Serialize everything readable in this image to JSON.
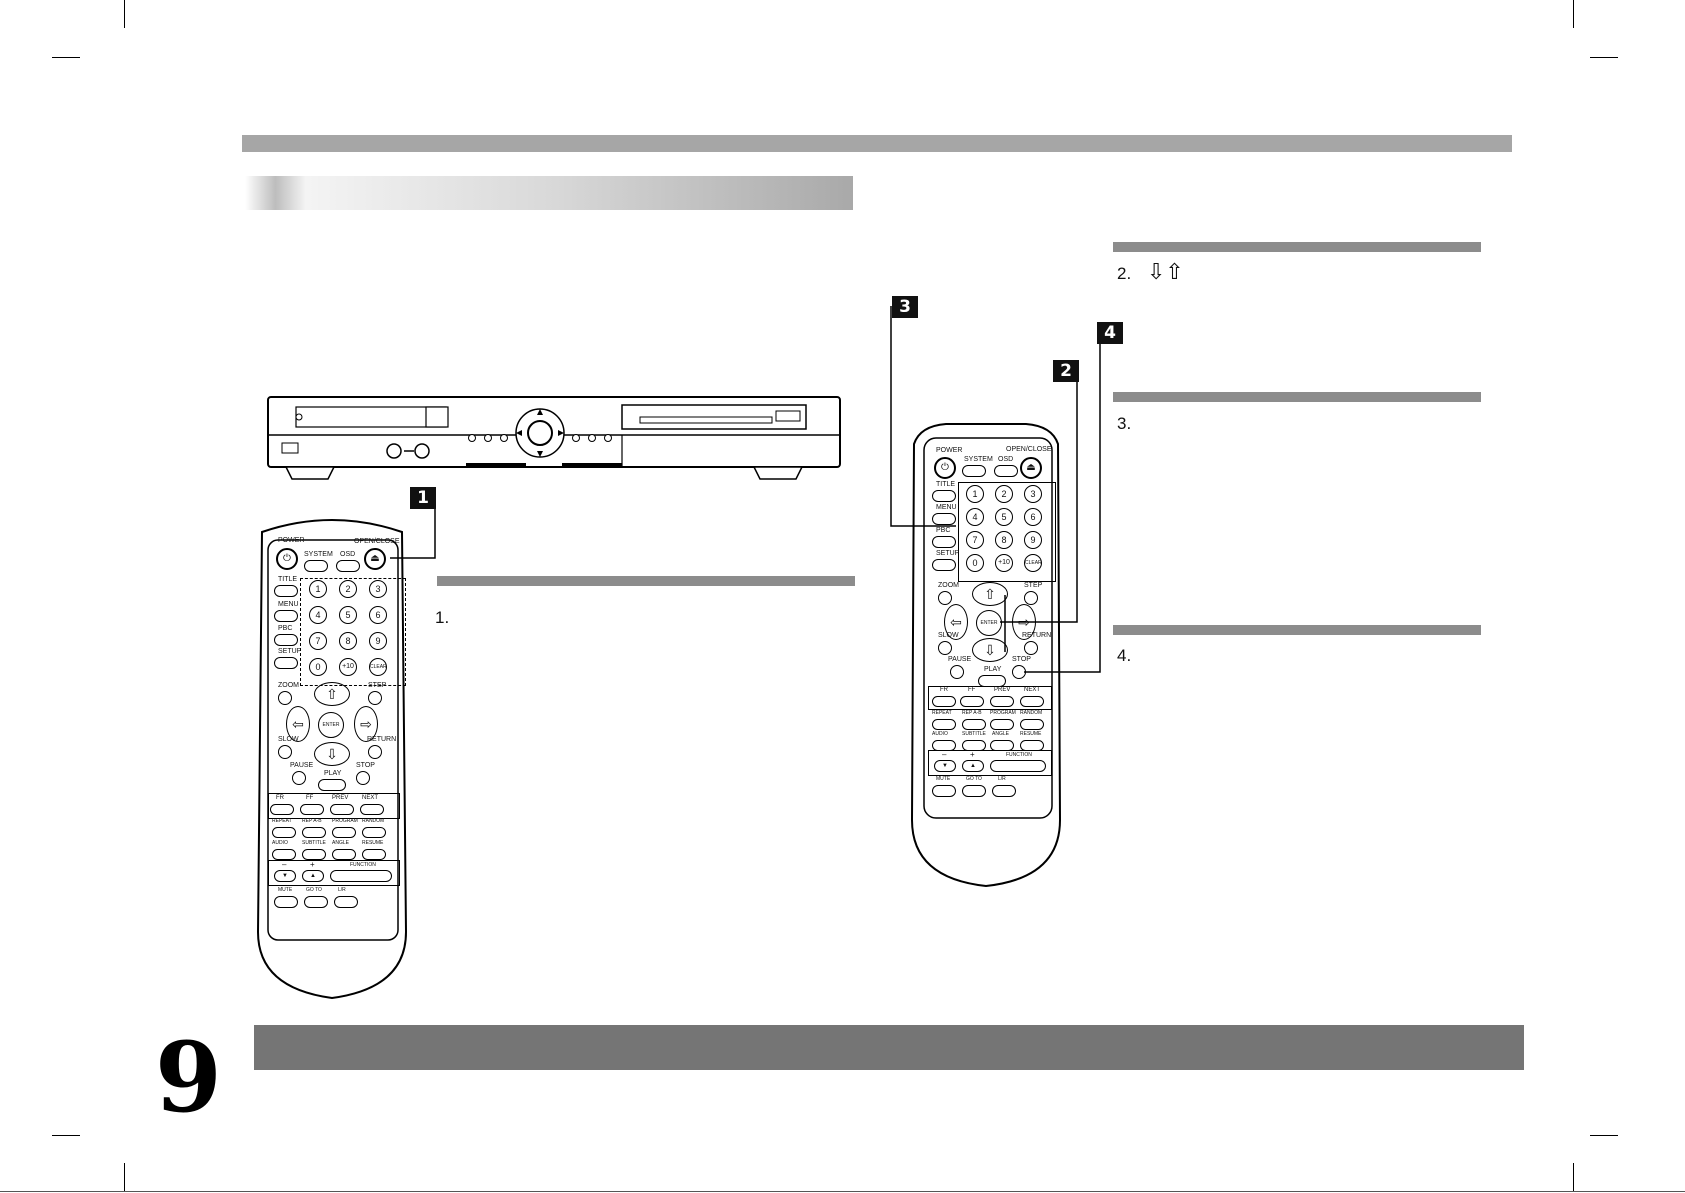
{
  "page": {
    "number": "9"
  },
  "steps": [
    {
      "num": "1."
    },
    {
      "num": "2.",
      "arrows": "⇩⇧"
    },
    {
      "num": "3."
    },
    {
      "num": "4."
    }
  ],
  "badges": [
    "1",
    "2",
    "3",
    "4"
  ],
  "remote": {
    "top": {
      "power": "POWER",
      "system": "SYSTEM",
      "osd": "OSD",
      "open_close": "OPEN/CLOSE"
    },
    "side": [
      "TITLE",
      "MENU",
      "PBC",
      "SETUP"
    ],
    "numbers": [
      "1",
      "2",
      "3",
      "4",
      "5",
      "6",
      "7",
      "8",
      "9",
      "0",
      "+10",
      "CLEAR"
    ],
    "nav": {
      "zoom": "ZOOM",
      "step": "STEP",
      "enter": "ENTER",
      "slow": "SLOW",
      "return": "RETURN",
      "pause": "PAUSE",
      "play": "PLAY",
      "stop": "STOP"
    },
    "transport": [
      "FR",
      "FF",
      "PREV",
      "NEXT"
    ],
    "row_a": [
      "REPEAT",
      "REP A-B",
      "PROGRAM",
      "RANDOM"
    ],
    "row_b": [
      "AUDIO",
      "SUBTITLE",
      "ANGLE",
      "RESUME"
    ],
    "volume": {
      "minus": "–",
      "plus": "+",
      "function": "FUNCTION"
    },
    "bottom": [
      "MUTE",
      "GO TO",
      "L/R"
    ]
  },
  "colors": {
    "header_bar": "#a6a6a6",
    "section_rule": "#8c8c8c",
    "footer_bar": "#757575"
  }
}
